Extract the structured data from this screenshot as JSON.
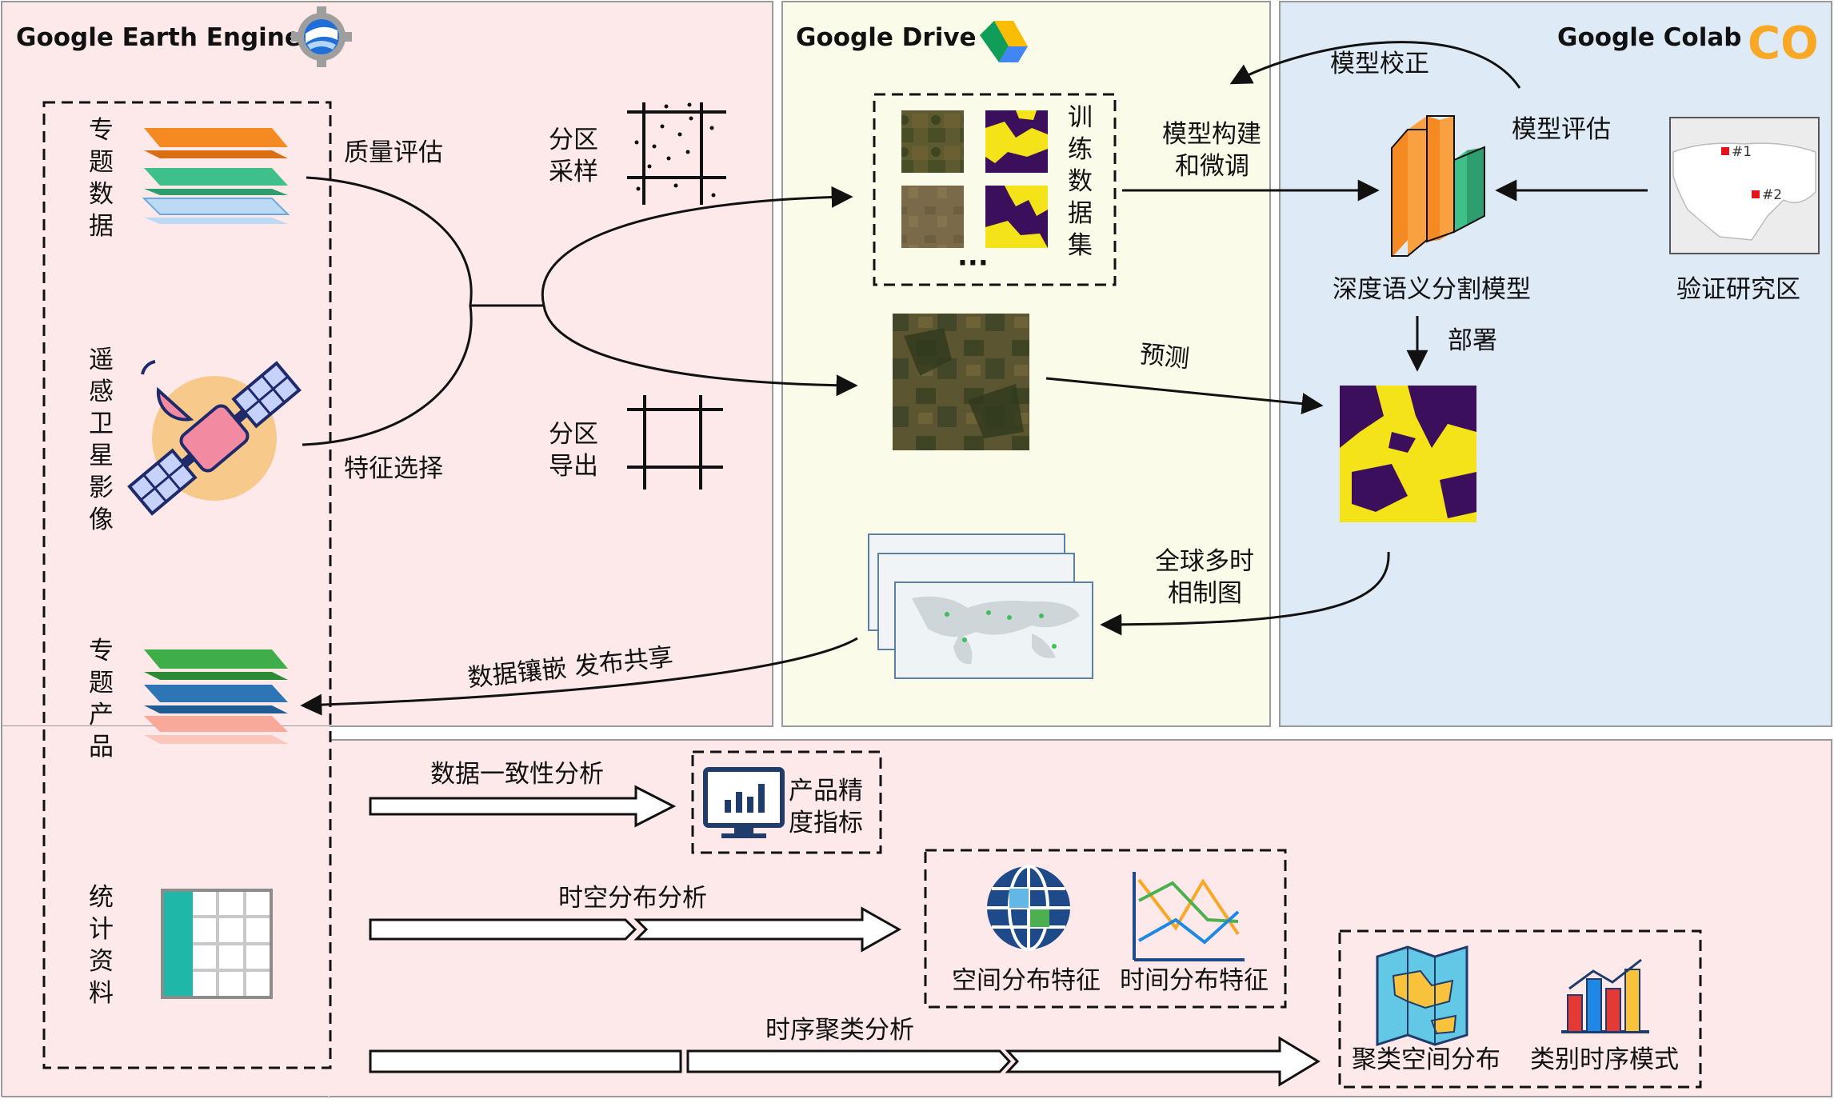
{
  "panels": {
    "gee": {
      "title": "Google Earth Engine"
    },
    "drive": {
      "title": "Google Drive"
    },
    "colab": {
      "title": "Google Colab",
      "logo_text": "CO"
    }
  },
  "inputs": {
    "thematic_data": [
      "专",
      "题",
      "数",
      "据"
    ],
    "rs_imagery": [
      "遥",
      "感",
      "卫",
      "星",
      "影",
      "像"
    ],
    "thematic_products": [
      "专",
      "题",
      "产",
      "品"
    ],
    "statistics": [
      "统",
      "计",
      "资",
      "料"
    ]
  },
  "flow": {
    "quality_eval": "质量评估",
    "feature_select": "特征选择",
    "zone_sampling": [
      "分区",
      "采样"
    ],
    "zone_export": [
      "分区",
      "导出"
    ],
    "training_set": [
      "训",
      "练",
      "数",
      "据",
      "集"
    ],
    "ellipsis": "···",
    "model_build": [
      "模型构建",
      "和微调"
    ],
    "model_calibration": "模型校正",
    "model_eval": "模型评估",
    "segmentation_model": "深度语义分割模型",
    "validation_area": "验证研究区",
    "map_markers": [
      "#1",
      "#2"
    ],
    "deploy": "部署",
    "predict": "预测",
    "global_maps": [
      "全球多时",
      "相制图"
    ],
    "mosaic_share": "数据镶嵌 发布共享"
  },
  "analysis": {
    "consistency": {
      "label": "数据一致性分析",
      "result": [
        "产品精",
        "度指标"
      ]
    },
    "spatiotemporal": {
      "label": "时空分布分析",
      "results": [
        "空间分布特征",
        "时间分布特征"
      ]
    },
    "clustering": {
      "label": "时序聚类分析",
      "results": [
        "聚类空间分布",
        "类别时序模式"
      ]
    }
  },
  "colors": {
    "gee_bg": "#fde9ea",
    "drive_bg": "#fbfbe9",
    "colab_bg": "#deebf7",
    "bottom_bg": "#fde9ea",
    "map_yellow": "#f5e31a",
    "map_purple": "#3b0f5c",
    "colab_orange": "#f9a825"
  }
}
